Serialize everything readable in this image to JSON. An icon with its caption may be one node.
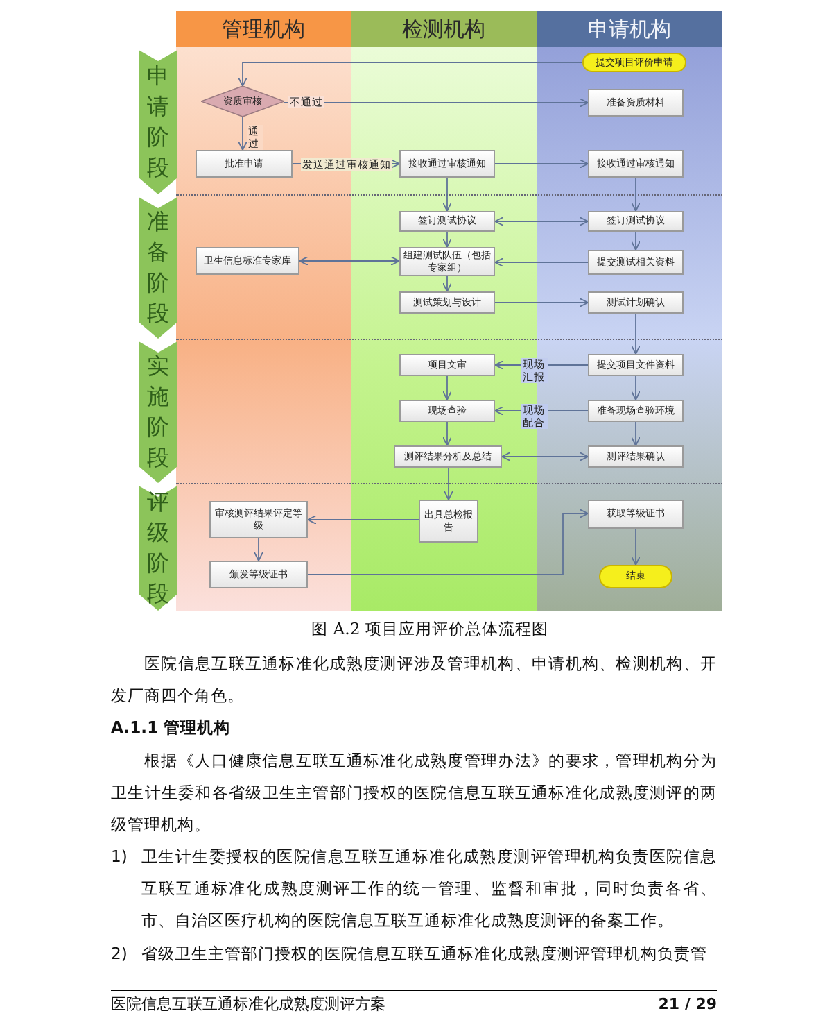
{
  "diagram": {
    "caption": "图 A.2 项目应用评价总体流程图",
    "nodes": [
      {
        "text": [
          "管理机构"
        ]
      },
      {
        "text": [
          "检测机构"
        ]
      },
      {
        "text": [
          "申请机构"
        ]
      },
      {
        "text": [
          "申请阶段"
        ]
      },
      {
        "text": [
          "准备阶段"
        ]
      },
      {
        "text": [
          "实施阶段"
        ]
      },
      {
        "text": [
          "评级阶段"
        ]
      },
      {
        "text": [
          "提交项目评价申请"
        ],
        "in": 2
      },
      {
        "text": [
          "资质审核"
        ],
        "in": 0
      },
      {
        "text": [
          "准备资质材料"
        ],
        "in": 2
      },
      {
        "text": [
          "批准申请"
        ],
        "in": 0
      },
      {
        "text": [
          "接收通过审核通知"
        ],
        "in": 1
      },
      {
        "text": [
          "接收通过审核通知"
        ],
        "in": 2
      },
      {
        "text": [
          "签订测试协议"
        ],
        "in": 1
      },
      {
        "text": [
          "签订测试协议"
        ],
        "in": 2
      },
      {
        "text": [
          "卫生信息标准专家库"
        ],
        "in": 0
      },
      {
        "text": [
          "组建测试队伍（包括专家组）"
        ],
        "in": 1
      },
      {
        "text": [
          "提交测试相关资料"
        ],
        "in": 2
      },
      {
        "text": [
          "测试策划与设计"
        ],
        "in": 1
      },
      {
        "text": [
          "测试计划确认"
        ],
        "in": 2
      },
      {
        "text": [
          "项目文审"
        ],
        "in": 1
      },
      {
        "text": [
          "提交项目文件资料"
        ],
        "in": 2
      },
      {
        "text": [
          "现场查验"
        ],
        "in": 1
      },
      {
        "text": [
          "准备现场查验环境"
        ],
        "in": 2
      },
      {
        "text": [
          "测评结果分析及总结"
        ],
        "in": 1
      },
      {
        "text": [
          "测评结果确认"
        ],
        "in": 2
      },
      {
        "text": [
          "审核测评结果评定等级"
        ],
        "in": 0
      },
      {
        "text": [
          "出具总检报告"
        ],
        "in": 1
      },
      {
        "text": [
          "获取等级证书"
        ],
        "in": 2
      },
      {
        "text": [
          "颁发等级证书"
        ],
        "in": 0
      },
      {
        "text": [
          "结束"
        ],
        "in": 2
      }
    ],
    "edges": [
      {
        "from": 7,
        "to": 8,
        "arrow": "to"
      },
      {
        "from": 8,
        "to": 9,
        "arrow": "to",
        "label": "不通过"
      },
      {
        "from": 8,
        "to": 10,
        "arrow": "to",
        "label": "通过"
      },
      {
        "from": 10,
        "to": 11,
        "arrow": "to",
        "label": "发送通过审核通知"
      },
      {
        "from": 11,
        "to": 12,
        "arrow": "to"
      },
      {
        "from": 11,
        "to": 13,
        "arrow": "to"
      },
      {
        "from": 12,
        "to": 14,
        "arrow": "to"
      },
      {
        "from": 13,
        "to": 14,
        "arrow": "both"
      },
      {
        "from": 13,
        "to": 16,
        "arrow": "to"
      },
      {
        "from": 14,
        "to": 17,
        "arrow": "to"
      },
      {
        "from": 15,
        "to": 16,
        "arrow": "both"
      },
      {
        "from": 17,
        "to": 16,
        "arrow": "to"
      },
      {
        "from": 16,
        "to": 18,
        "arrow": "to"
      },
      {
        "from": 18,
        "to": 19,
        "arrow": "to"
      },
      {
        "from": 19,
        "to": 21,
        "arrow": "to"
      },
      {
        "from": 21,
        "to": 20,
        "arrow": "to",
        "label": "现场汇报"
      },
      {
        "from": 21,
        "to": 23,
        "arrow": "to"
      },
      {
        "from": 23,
        "to": 22,
        "arrow": "to",
        "label": "现场配合"
      },
      {
        "from": 20,
        "to": 22,
        "arrow": "to"
      },
      {
        "from": 22,
        "to": 24,
        "arrow": "to"
      },
      {
        "from": 24,
        "to": 25,
        "arrow": "both"
      },
      {
        "from": 23,
        "to": 25,
        "arrow": "to"
      },
      {
        "from": 24,
        "to": 27,
        "arrow": "to"
      },
      {
        "from": 27,
        "to": 26,
        "arrow": "to"
      },
      {
        "from": 26,
        "to": 29,
        "arrow": "to"
      },
      {
        "from": 29,
        "to": 28,
        "arrow": "to"
      },
      {
        "from": 28,
        "to": 30,
        "arrow": "to"
      }
    ],
    "labels": [
      "医院信息互联互通标准化成熟度测评涉及管理机构、申请机构、检测机构、开发厂商四个角色。",
      "A.1.1 管理机构",
      "根据《人口健康信息互联互通标准化成熟度管理办法》的要求，管理机构分为卫生计生委和各省级卫生主管部门授权的医院信息互联互通标准化成熟度测评的两级管理机构。",
      "1)",
      "卫生计生委授权的医院信息互联互通标准化成熟度测评管理机构负责医院信息互联互通标准化成熟度测评工作的统一管理、监督和审批，同时负责各省、市、自治区医疗机构的医院信息互联互通标准化成熟度测评的备案工作。",
      "2)",
      "省级卫生主管部门授权的医院信息互联互通标准化成熟度测评管理机构负责管",
      "医院信息互联互通标准化成熟度测评方案",
      "21 / 29"
    ]
  }
}
